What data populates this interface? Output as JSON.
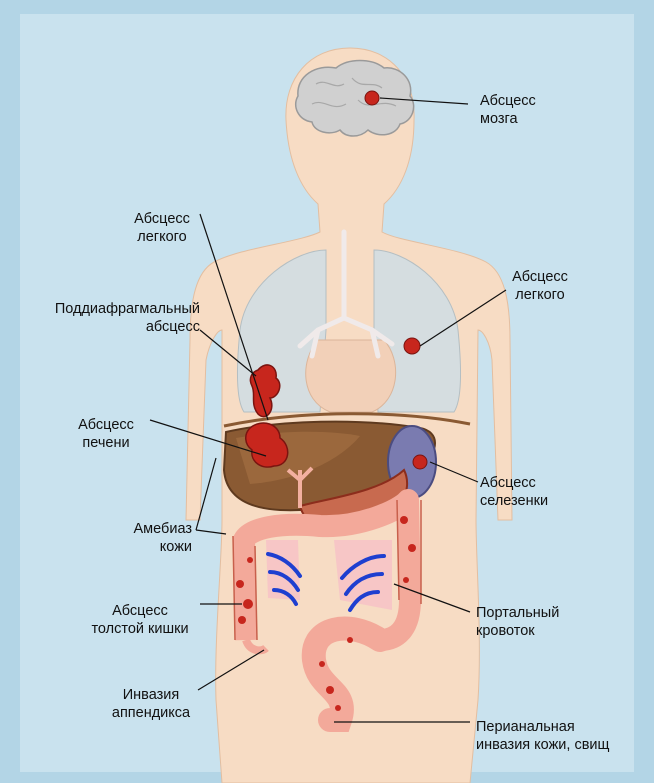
{
  "labels": {
    "brain_abscess": [
      "Абсцесс",
      "мозга"
    ],
    "lung_abscess_left": [
      "Абсцесс",
      "легкого"
    ],
    "lung_abscess_right": [
      "Абсцесс",
      "легкого"
    ],
    "subphrenic_abscess": [
      "Поддиафрагмальный",
      "абсцесс"
    ],
    "liver_abscess": [
      "Абсцесс",
      "печени"
    ],
    "spleen_abscess": [
      "Абсцесс",
      "селезенки"
    ],
    "amoebiasis_skin": [
      "Амебиаз",
      "кожи"
    ],
    "colon_abscess": [
      "Абсцесс",
      "толстой кишки"
    ],
    "portal_flow": [
      "Портальный",
      "кровоток"
    ],
    "appendix_invasion": [
      "Инвазия",
      "аппендикса"
    ],
    "perianal_invasion": [
      "Перианальная",
      "инвазия кожи, свищ"
    ]
  },
  "colors": {
    "background": "#b9d9e8",
    "panel": "#c9e2ee",
    "skin": "#f7dcc4",
    "lung": "#d5dde0",
    "liver": "#8a5a33",
    "abscess": "#c7261d",
    "intestine": "#f3a99a",
    "spleen": "#7a7bb0",
    "portal_arrows": "#1e3fd0"
  }
}
